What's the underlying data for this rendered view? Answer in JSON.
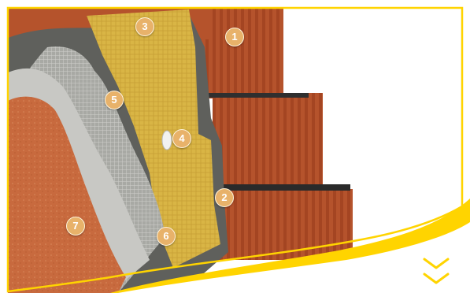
{
  "markers": [
    {
      "label": "1"
    },
    {
      "label": "2"
    },
    {
      "label": "3"
    },
    {
      "label": "4"
    },
    {
      "label": "5"
    },
    {
      "label": "6"
    },
    {
      "label": "7"
    }
  ],
  "colors": {
    "accent_yellow": "#ffd400",
    "brick": "#b5532c",
    "insulation": "#d9b545",
    "adhesive": "#5f605c",
    "mesh_coat": "#9a9b96",
    "primer": "#c8c8c4",
    "render": "#c86a3e",
    "marker": "#e8b26a"
  },
  "scroll_icon": "double-chevron-down-icon"
}
